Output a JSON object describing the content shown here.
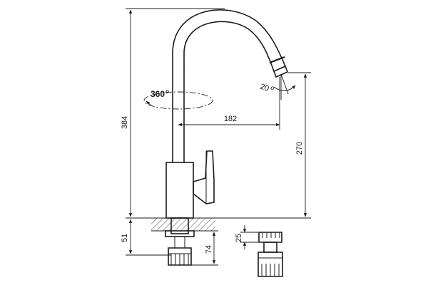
{
  "dimensions": {
    "overall_height": "384",
    "spout_reach": "182",
    "spout_height": "270",
    "base_depth": "51",
    "shank_length": "74",
    "connector_height": "25"
  },
  "annotations": {
    "rotation": "360",
    "rotation_unit": "o",
    "tilt": "20",
    "tilt_unit": "o"
  }
}
